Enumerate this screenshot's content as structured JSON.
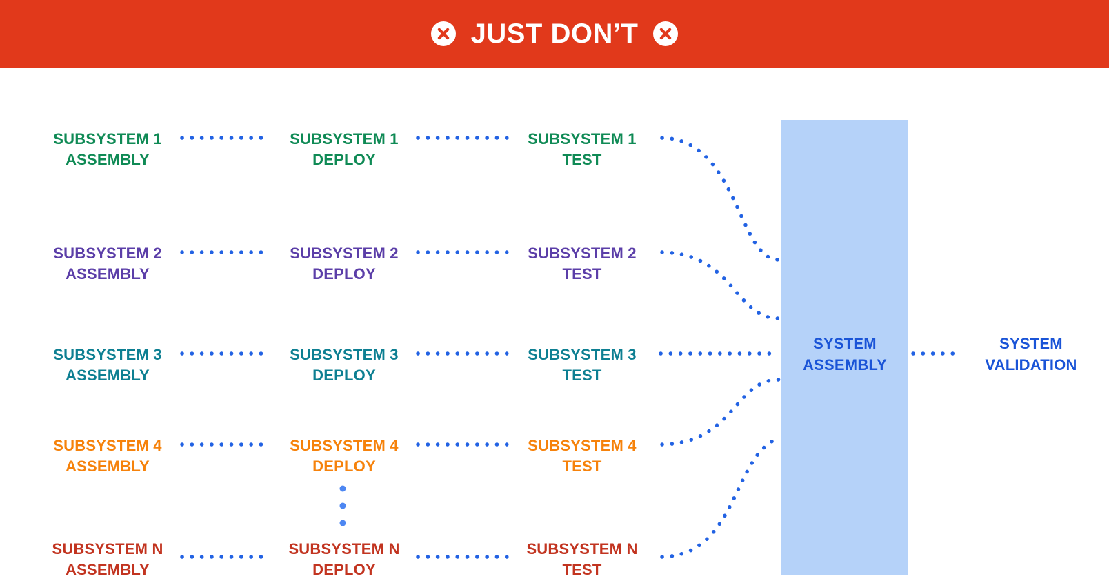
{
  "banner": {
    "title": "JUST DON’T",
    "background": "#E1391B",
    "text_color": "#FFFFFF",
    "left_icon": "circled-x-icon",
    "right_icon": "circled-x-icon"
  },
  "pipeline": {
    "rows": [
      {
        "id": "subsystem-1",
        "color": "#0F8A55",
        "assembly": {
          "line1": "SUBSYSTEM 1",
          "line2": "ASSEMBLY"
        },
        "deploy": {
          "line1": "SUBSYSTEM 1",
          "line2": "DEPLOY"
        },
        "test": {
          "line1": "SUBSYSTEM 1",
          "line2": "TEST"
        }
      },
      {
        "id": "subsystem-2",
        "color": "#5B3EA8",
        "assembly": {
          "line1": "SUBSYSTEM 2",
          "line2": "ASSEMBLY"
        },
        "deploy": {
          "line1": "SUBSYSTEM 2",
          "line2": "DEPLOY"
        },
        "test": {
          "line1": "SUBSYSTEM 2",
          "line2": "TEST"
        }
      },
      {
        "id": "subsystem-3",
        "color": "#0D7F92",
        "assembly": {
          "line1": "SUBSYSTEM 3",
          "line2": "ASSEMBLY"
        },
        "deploy": {
          "line1": "SUBSYSTEM 3",
          "line2": "DEPLOY"
        },
        "test": {
          "line1": "SUBSYSTEM 3",
          "line2": "TEST"
        }
      },
      {
        "id": "subsystem-4",
        "color": "#F6820B",
        "assembly": {
          "line1": "SUBSYSTEM 4",
          "line2": "ASSEMBLY"
        },
        "deploy": {
          "line1": "SUBSYSTEM 4",
          "line2": "DEPLOY"
        },
        "test": {
          "line1": "SUBSYSTEM 4",
          "line2": "TEST"
        }
      },
      {
        "id": "subsystem-n",
        "color": "#C23420",
        "assembly": {
          "line1": "SUBSYSTEM N",
          "line2": "ASSEMBLY"
        },
        "deploy": {
          "line1": "SUBSYSTEM N",
          "line2": "DEPLOY"
        },
        "test": {
          "line1": "SUBSYSTEM N",
          "line2": "TEST"
        }
      }
    ],
    "ellipsis_icon": "vertical-ellipsis-dots",
    "connector_style": "dotted",
    "connector_dot_color": "#2262E3",
    "ellipsis_dot_color": "#4D87F2"
  },
  "system_assembly": {
    "line1": "SYSTEM",
    "line2": "ASSEMBLY",
    "box_color": "#B5D2F9",
    "text_color": "#1A54D7"
  },
  "system_validation": {
    "line1": "SYSTEM",
    "line2": "VALIDATION",
    "text_color": "#1A54D7"
  }
}
